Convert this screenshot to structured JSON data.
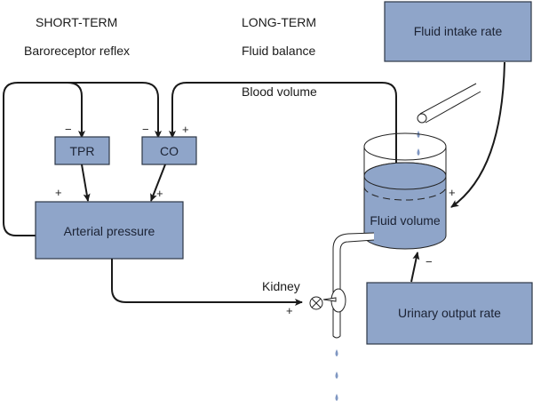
{
  "headings": {
    "short_term": "SHORT-TERM",
    "short_term_sub": "Baroreceptor reflex",
    "long_term": "LONG-TERM",
    "long_term_sub": "Fluid balance"
  },
  "boxes": {
    "tpr": "TPR",
    "co": "CO",
    "arterial_pressure": "Arterial pressure",
    "fluid_intake": "Fluid intake rate",
    "urinary_output": "Urinary output rate"
  },
  "labels": {
    "blood_volume": "Blood volume",
    "fluid_volume": "Fluid volume",
    "kidney": "Kidney"
  },
  "signs": {
    "tpr_in": "−",
    "co_in_left": "−",
    "co_in_right": "+",
    "ap_from_tpr": "+",
    "ap_from_co": "+",
    "fluid_from_intake": "+",
    "fluid_from_output": "−",
    "kidney_in": "+"
  },
  "colors": {
    "box_fill": "#8fa5c9",
    "fluid": "#8fa5c9",
    "line": "#1a1a1a"
  }
}
